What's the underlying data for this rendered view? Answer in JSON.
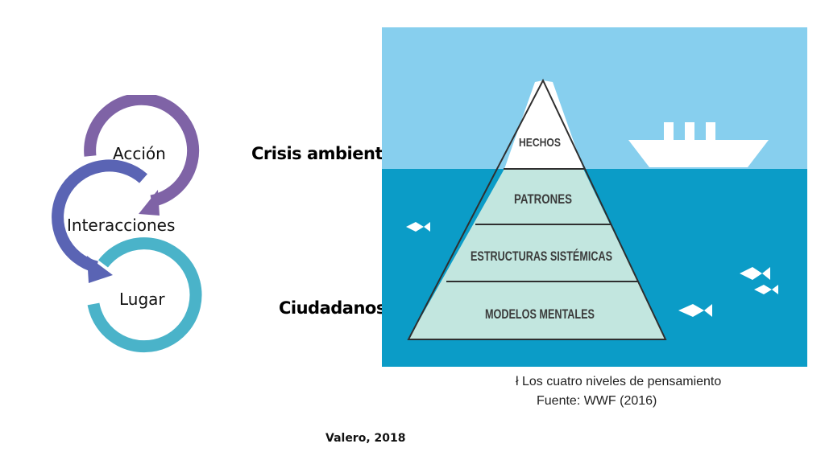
{
  "cycle": {
    "items": [
      {
        "label": "Acción",
        "color": "#7f63a6"
      },
      {
        "label": "Interacciones",
        "color": "#5a64b4"
      },
      {
        "label": "Lugar",
        "color": "#4ab3c9"
      }
    ]
  },
  "headings": {
    "top": "Crisis ambiental",
    "bottom": "Ciudadanos"
  },
  "iceberg": {
    "levels": [
      "HECHOS",
      "PATRONES",
      "ESTRUCTURAS SISTÉMICAS",
      "MODELOS MENTALES"
    ],
    "colors": {
      "sky": "#87cfee",
      "water": "#0b9cc7",
      "pyramid_top": "#ffffff",
      "pyramid_under": "#c2e6df",
      "text": "#3b3b3b"
    },
    "icons": [
      "ship-icon",
      "fish-icon"
    ]
  },
  "caption": {
    "line1": "ł Los cuatro niveles de pensamiento",
    "line2": "Fuente: WWF (2016)"
  },
  "credit": "Valero, 2018"
}
